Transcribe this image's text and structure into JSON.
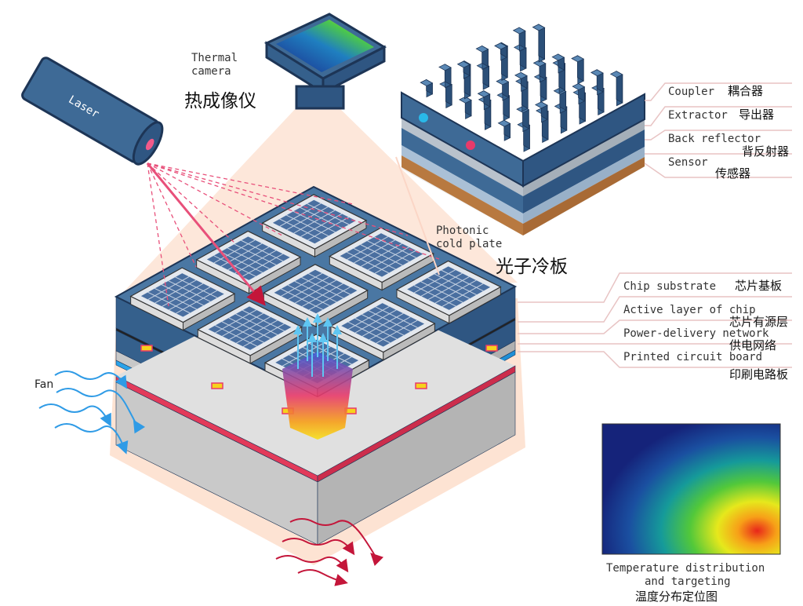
{
  "colors": {
    "slab_top": "#4a77a3",
    "slab_left": "#35608c",
    "slab_right": "#2f5682",
    "pcb_red": "#e23a5a",
    "board_gray": "#b4b4b4",
    "glow": "#fde3d3",
    "laser_beam": "#e8507a",
    "fan_arrow": "#2f9be6",
    "leader_line": "#e8c4c4"
  },
  "laser": {
    "label": "Laser"
  },
  "thermal_camera": {
    "label_en_line1": "Thermal",
    "label_en_line2": "camera",
    "label_cn": "热成像仪"
  },
  "cold_plate": {
    "label_en_line1": "Photonic",
    "label_en_line2": "cold plate",
    "label_cn": "光子冷板"
  },
  "cold_plate_layers": [
    {
      "en": "Coupler",
      "cn": "耦合器"
    },
    {
      "en": "Extractor",
      "cn": "导出器"
    },
    {
      "en": "Back reflector",
      "cn": "背反射器"
    },
    {
      "en": "Sensor",
      "cn": "传感器"
    }
  ],
  "chip_layers": [
    {
      "en": "Chip substrate",
      "cn": "芯片基板"
    },
    {
      "en": "Active layer of chip",
      "cn": "芯片有源层"
    },
    {
      "en": "Power-delivery network",
      "cn": "供电网络"
    },
    {
      "en": "Printed circuit board",
      "cn": "印刷电路板"
    }
  ],
  "fan": {
    "label": "Fan"
  },
  "heatmap": {
    "caption_line1": "Temperature distribution",
    "caption_line2": "and targeting",
    "caption_cn": "温度分布定位图"
  }
}
